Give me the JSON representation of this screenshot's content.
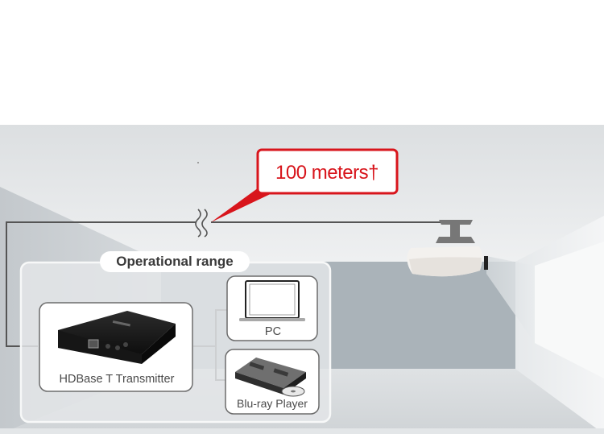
{
  "diagram": {
    "callout": {
      "text": "100 meters†",
      "color": "#d8151c"
    },
    "operational_range": {
      "label": "Operational range"
    },
    "devices": [
      {
        "id": "transmitter",
        "label": "HDBase T Transmitter",
        "icon": "hdbaset-transmitter-icon"
      },
      {
        "id": "pc",
        "label": "PC",
        "icon": "laptop-icon"
      },
      {
        "id": "bluray",
        "label": "Blu-ray Player",
        "icon": "bluray-player-icon"
      }
    ],
    "receiver": {
      "icon": "ceiling-projector-icon"
    },
    "colors": {
      "cable": "#555555",
      "room_back_wall": "#aab3b9",
      "panel_border": "#ffffff"
    }
  }
}
